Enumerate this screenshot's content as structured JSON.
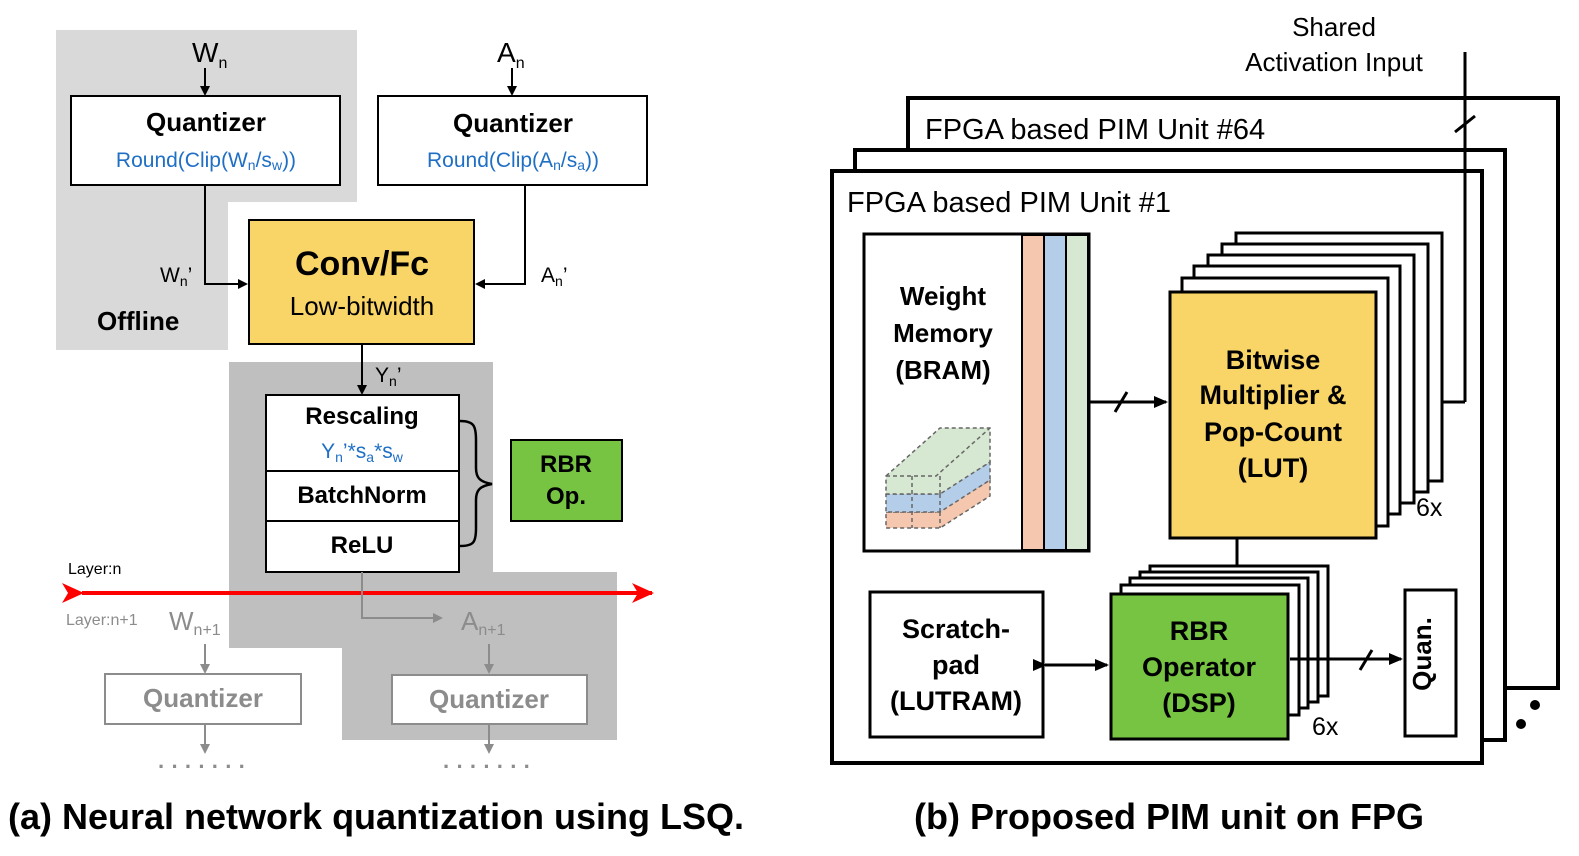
{
  "left": {
    "inputs": {
      "w": "W",
      "w_sub": "n",
      "a": "A",
      "a_sub": "n"
    },
    "quantizer_w": {
      "title": "Quantizer",
      "formula_a": "Round(Clip(W",
      "formula_sub1": "n",
      "formula_b": "/s",
      "formula_sub2": "w",
      "formula_c": "))"
    },
    "quantizer_a": {
      "title": "Quantizer",
      "formula_a": "Round(Clip(A",
      "formula_sub1": "n",
      "formula_b": "/s",
      "formula_sub2": "a",
      "formula_c": "))"
    },
    "offline_label": "Offline",
    "wn_prime": {
      "base": "W",
      "sub": "n",
      "prime": "’"
    },
    "an_prime": {
      "base": "A",
      "sub": "n",
      "prime": "’"
    },
    "conv": {
      "title": "Conv/Fc",
      "subtitle": "Low-bitwidth"
    },
    "yn_prime": {
      "base": "Y",
      "sub": "n",
      "prime": "’"
    },
    "rescaling": {
      "title": "Rescaling",
      "f1": "Y",
      "f1_sub": "n",
      "f2": "’*s",
      "f2_sub": "a",
      "f3": "*s",
      "f3_sub": "w"
    },
    "batchnorm": "BatchNorm",
    "relu": "ReLU",
    "rbr_op": {
      "line1": "RBR",
      "line2": "Op."
    },
    "layer_n": "Layer:n",
    "layer_n1": "Layer:n+1",
    "next_w": {
      "base": "W",
      "sub": "n+1"
    },
    "next_a": {
      "base": "A",
      "sub": "n+1"
    },
    "next_quantizer_w": "Quantizer",
    "next_quantizer_a": "Quantizer",
    "dots_left": "· · · · · · ·",
    "dots_right": "· · · · · · ·",
    "caption": "(a) Neural network quantization using LSQ."
  },
  "right": {
    "shared_input": {
      "line1": "Shared",
      "line2": "Activation Input"
    },
    "unit_64": "FPGA based PIM Unit #64",
    "unit_1": "FPGA based PIM Unit #1",
    "weight_memory": {
      "line1": "Weight",
      "line2": "Memory",
      "line3": "(BRAM)"
    },
    "multiplier": {
      "line1": "Bitwise",
      "line2": "Multiplier &",
      "line3": "Pop-Count",
      "line4": "(LUT)"
    },
    "mult_count": "6x",
    "scratchpad": {
      "line1": "Scratch-",
      "line2": "pad",
      "line3": "(LUTRAM)"
    },
    "rbr_operator": {
      "line1": "RBR",
      "line2": "Operator",
      "line3": "(DSP)"
    },
    "rbr_count": "6x",
    "quan": "Quan.",
    "caption": "(b) Proposed PIM unit on FPG"
  },
  "colors": {
    "yellow": "#F9D466",
    "green": "#76C442",
    "formula_blue": "#1F6FC5",
    "gray_region": "#d9d9d9",
    "dark_gray_region": "#bfbfbf",
    "faded": "#8c8c8c",
    "red": "#FF0000",
    "mem_orange": "#F4C7AE",
    "mem_blue": "#B4CDE8",
    "mem_green": "#D7E8D2"
  }
}
